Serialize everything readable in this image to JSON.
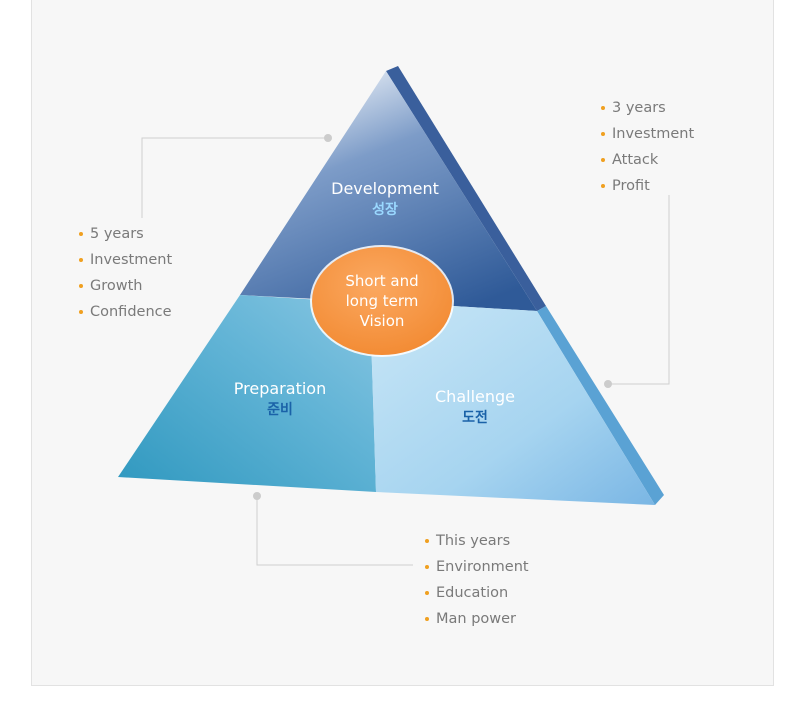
{
  "segments": {
    "development": {
      "label": "Development",
      "korean": "성장"
    },
    "preparation": {
      "label": "Preparation",
      "korean": "준비"
    },
    "challenge": {
      "label": "Challenge",
      "korean": "도전"
    }
  },
  "center": {
    "line1": "Short and",
    "line2": "long term",
    "line3": "Vision"
  },
  "lists": {
    "left": [
      "5 years",
      "Investment",
      "Growth",
      "Confidence"
    ],
    "right": [
      "3 years",
      "Investment",
      "Attack",
      "Profit"
    ],
    "bottom": [
      "This years",
      "Environment",
      "Education",
      "Man power"
    ]
  },
  "colors": {
    "development": "#2f5c9e",
    "preparation": "#4aa8cc",
    "challenge": "#8cc6ea",
    "vision": "#f7963c",
    "bullet": "#f0a020"
  }
}
